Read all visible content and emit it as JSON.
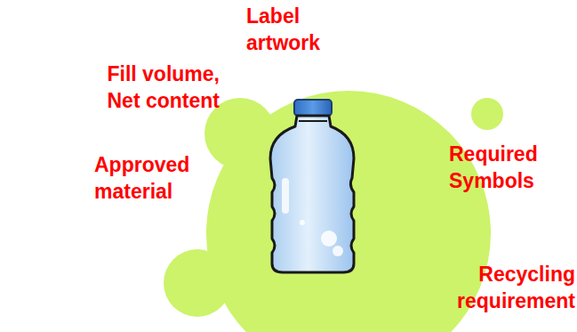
{
  "diagram": {
    "labels": [
      "Label artwork",
      "Fill volume, Net content",
      "Required Symbols",
      "Approved material",
      "Recycling requirement"
    ]
  }
}
